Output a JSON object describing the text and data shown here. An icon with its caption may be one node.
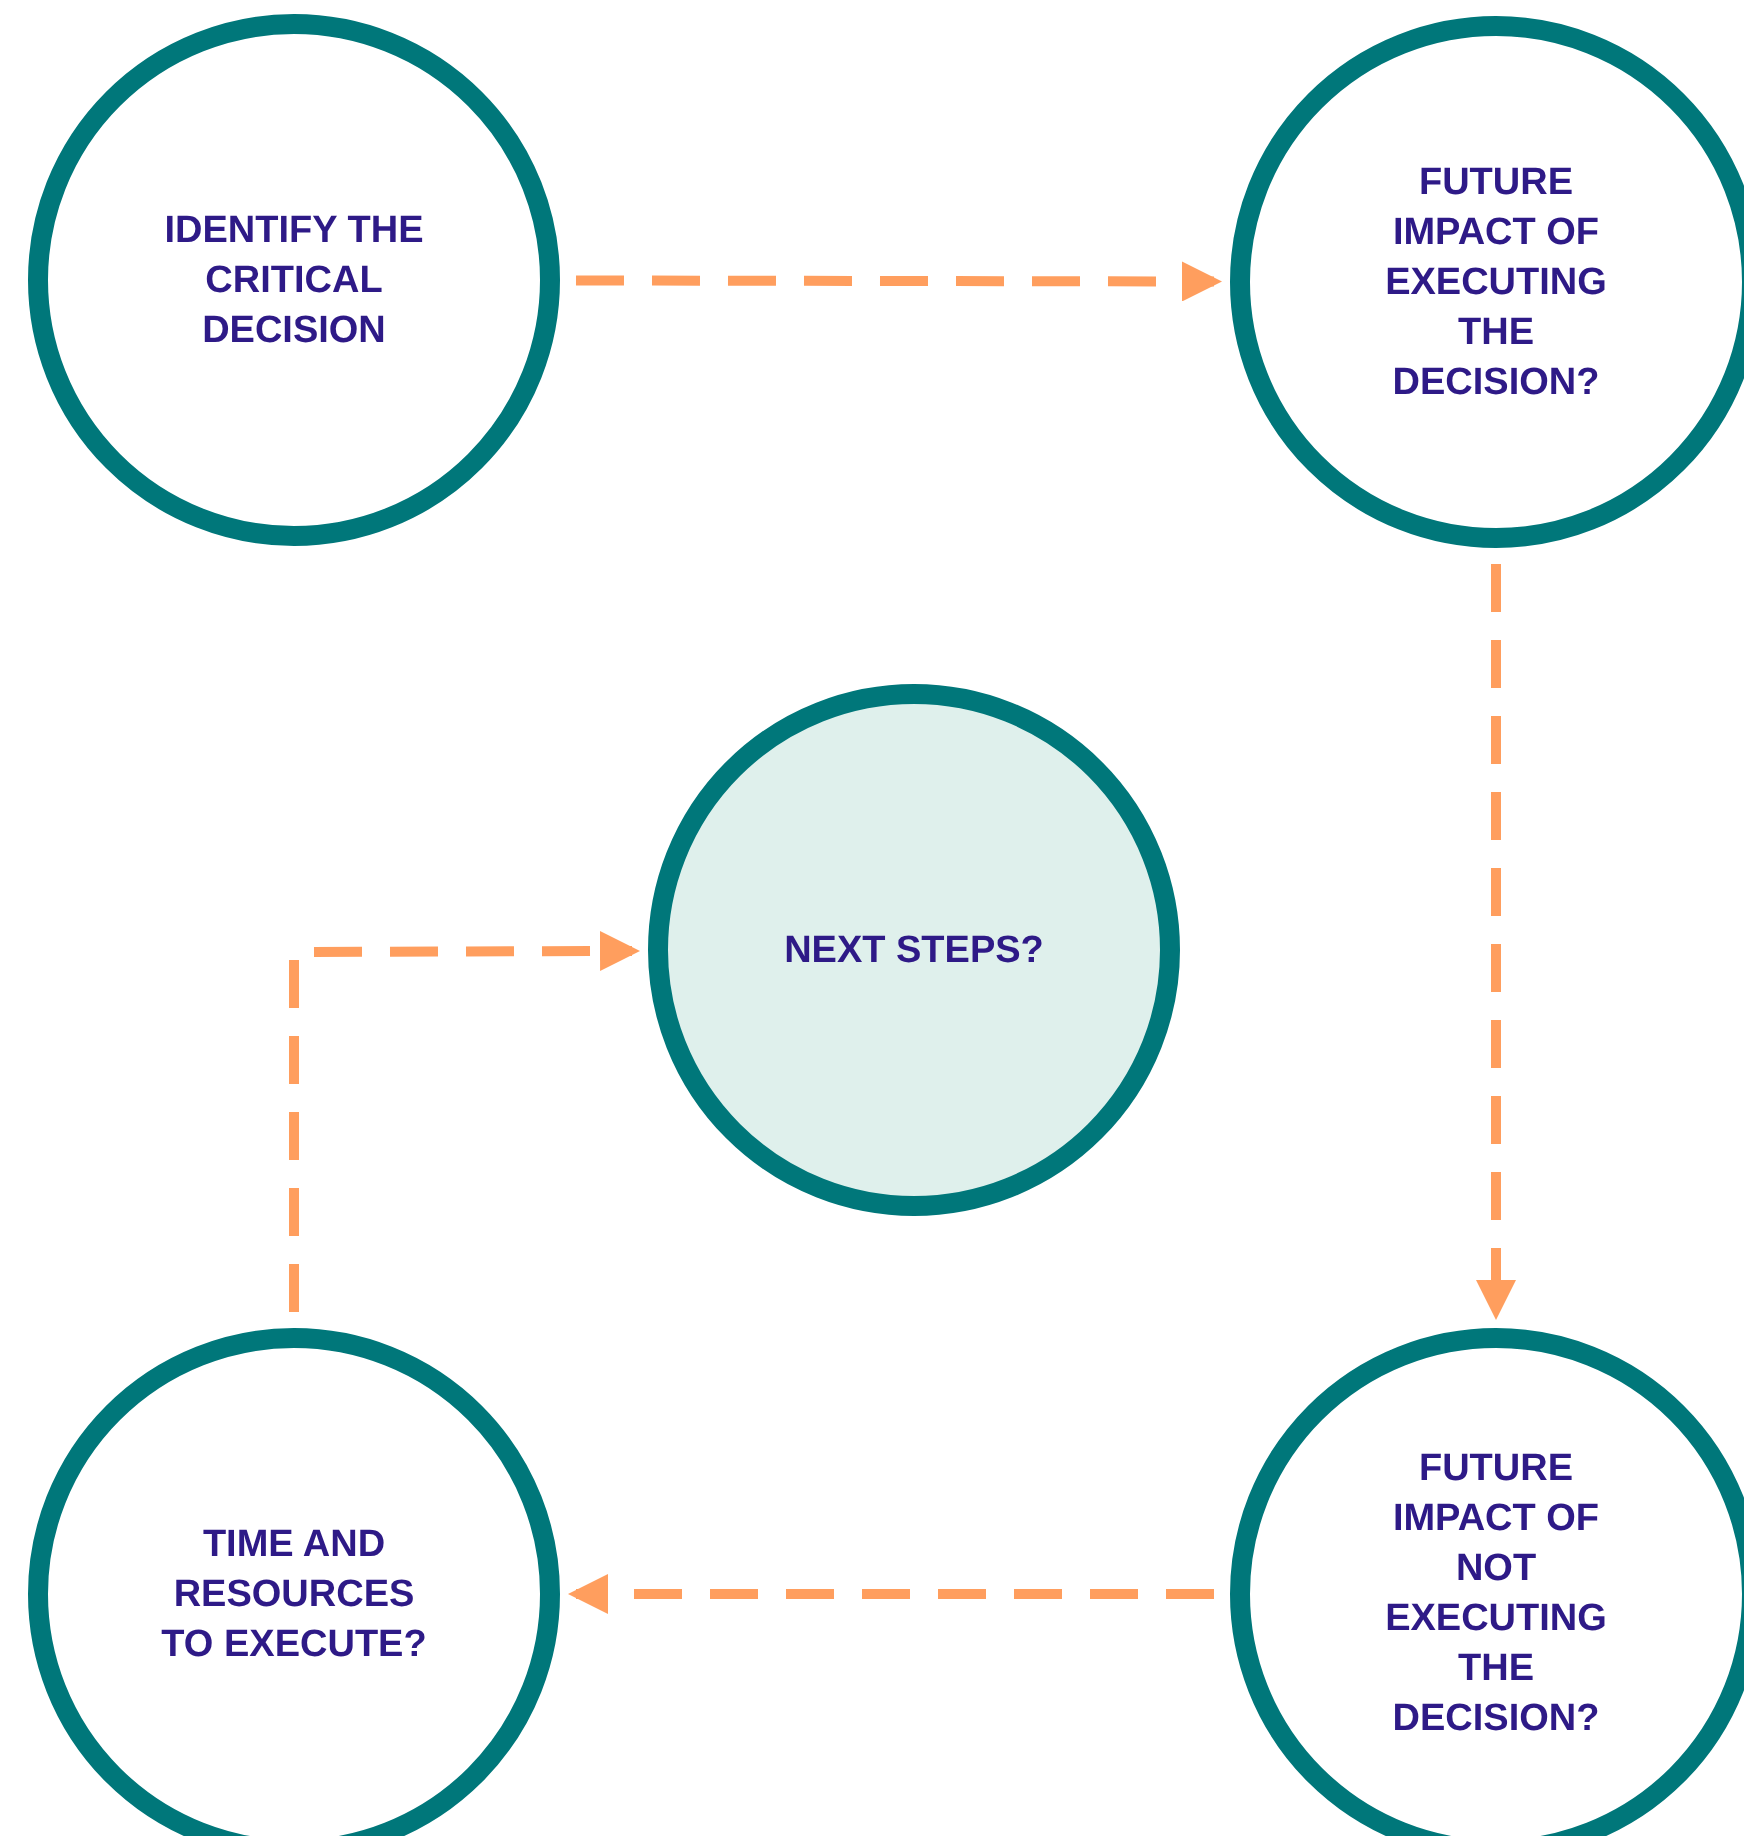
{
  "diagram": {
    "nodes": [
      {
        "text": [
          "IDENTIFY THE CRITICAL DECISION"
        ]
      },
      {
        "text": [
          "FUTURE IMPACT OF EXECUTING THE DECISION?"
        ]
      },
      {
        "text": [
          "NEXT STEPS?"
        ]
      },
      {
        "text": [
          "TIME AND RESOURCES TO EXECUTE?"
        ]
      },
      {
        "text": [
          "FUTURE IMPACT OF NOT EXECUTING THE DECISION?"
        ]
      }
    ],
    "edges": [
      {
        "from": 0,
        "to": 1,
        "arrow": "to"
      },
      {
        "from": 1,
        "to": 4,
        "arrow": "to"
      },
      {
        "from": 4,
        "to": 3,
        "arrow": "to"
      },
      {
        "from": 3,
        "to": 2,
        "arrow": "to"
      }
    ]
  }
}
